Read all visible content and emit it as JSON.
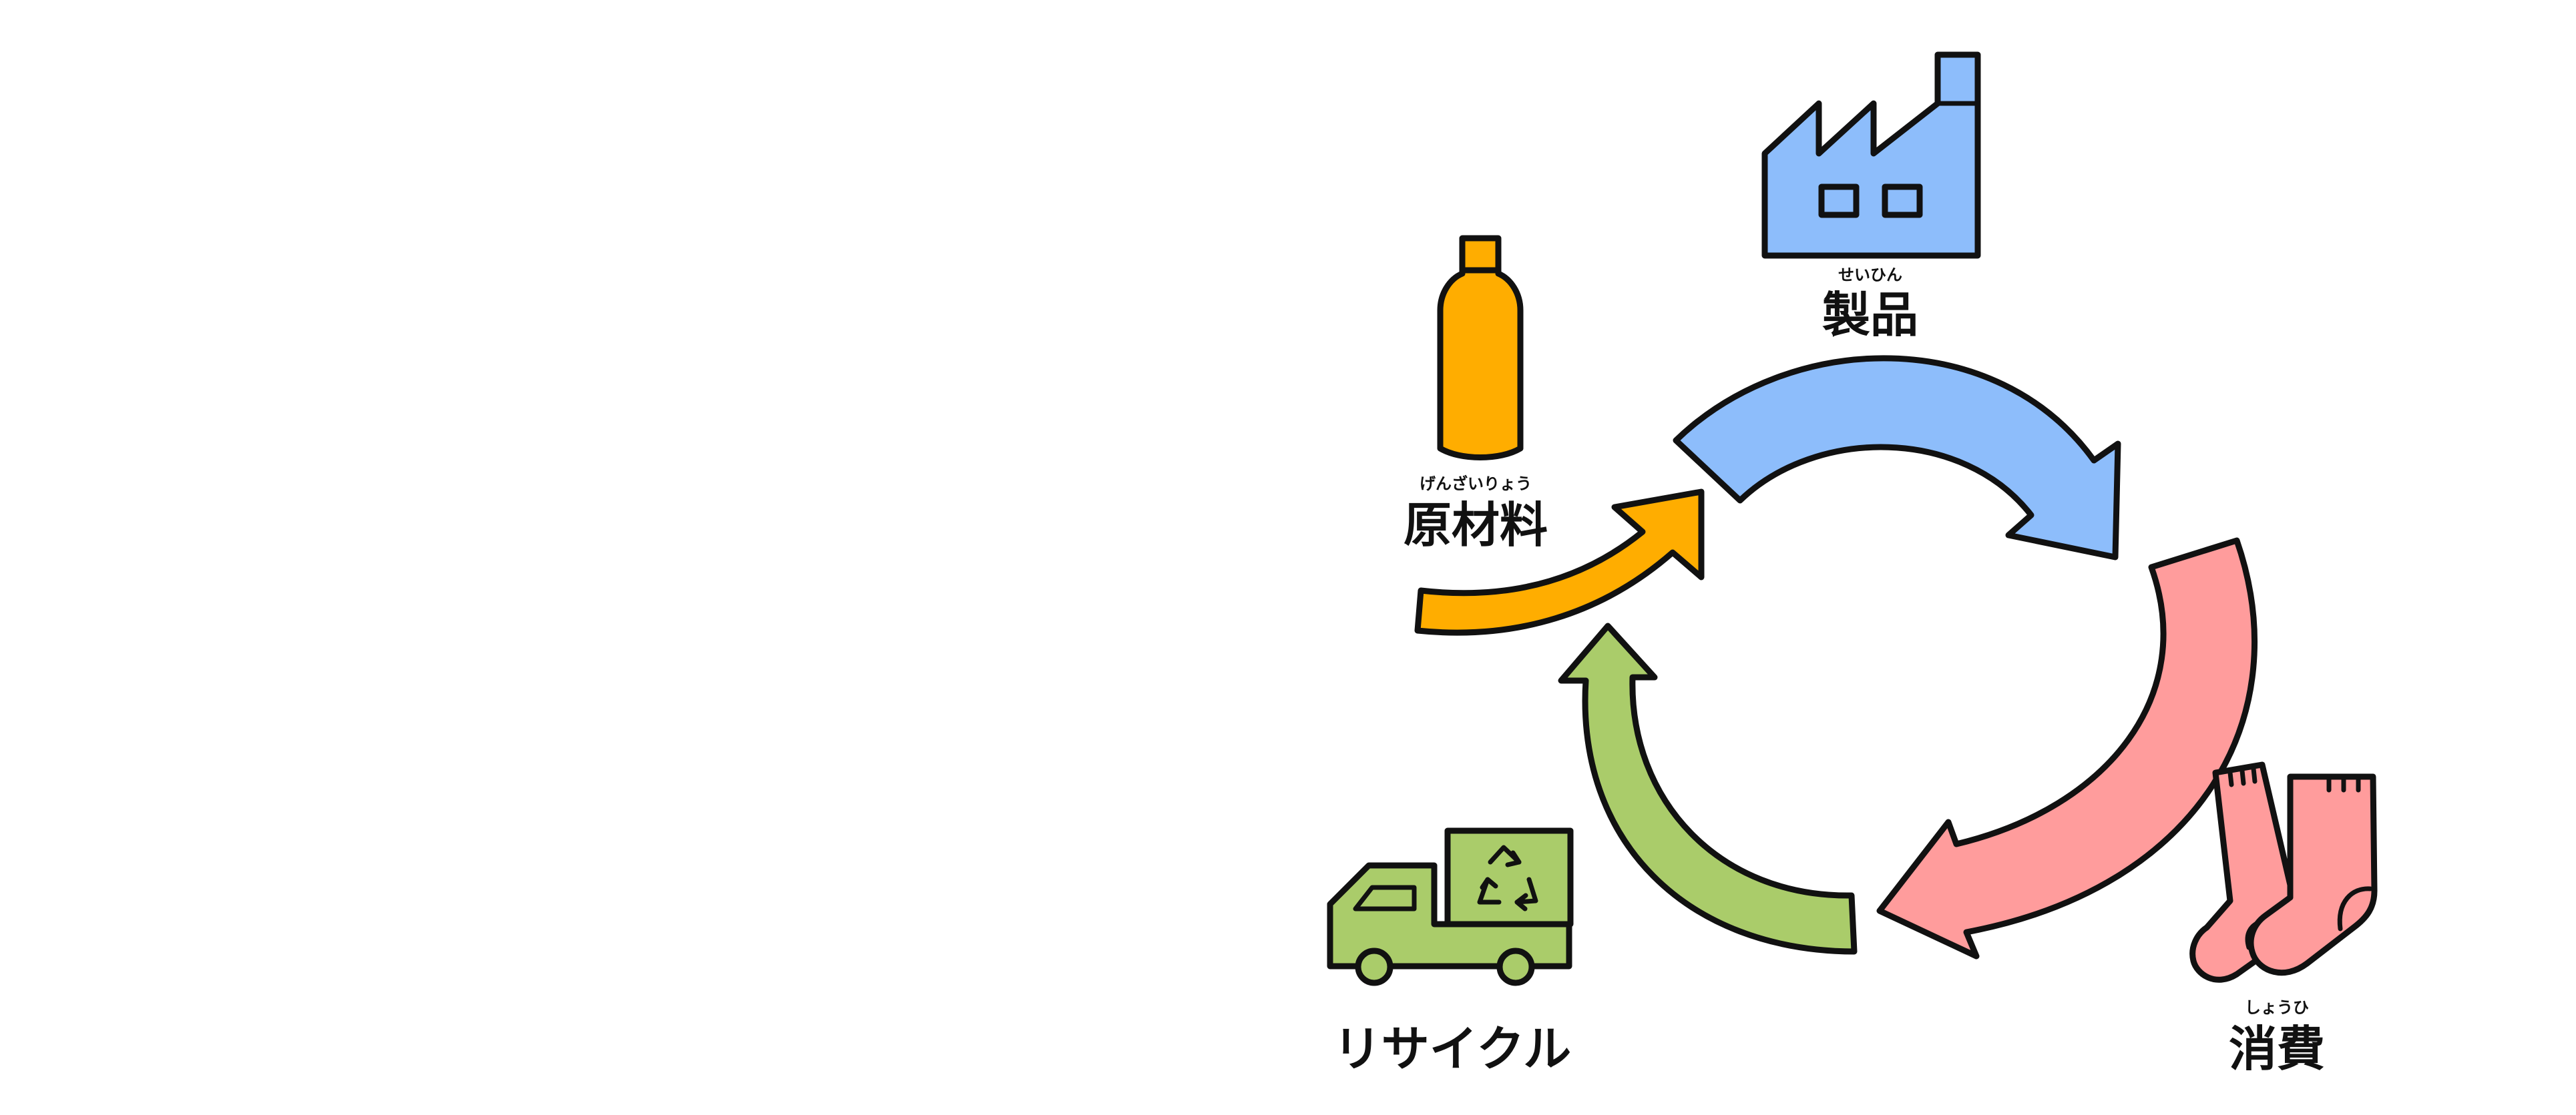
{
  "diagram": {
    "colors": {
      "raw_material": "#ffad00",
      "product": "#8dbdfb",
      "consumption": "#ff9c9c",
      "recycle": "#aacc6a",
      "outline": "#111111"
    },
    "stages": {
      "raw_material": {
        "label": "原材料",
        "ruby": "げんざいりょう",
        "icon": "bottle-icon"
      },
      "product": {
        "label": "製品",
        "ruby": "せいひん",
        "icon": "factory-icon"
      },
      "consumption": {
        "label": "消費",
        "ruby": "しょうひ",
        "icon": "socks-icon"
      },
      "recycle": {
        "label": "リサイクル",
        "ruby": "",
        "icon": "recycling-truck-icon"
      }
    },
    "flow": [
      "raw_material",
      "product",
      "consumption",
      "recycle",
      "raw_material"
    ]
  }
}
